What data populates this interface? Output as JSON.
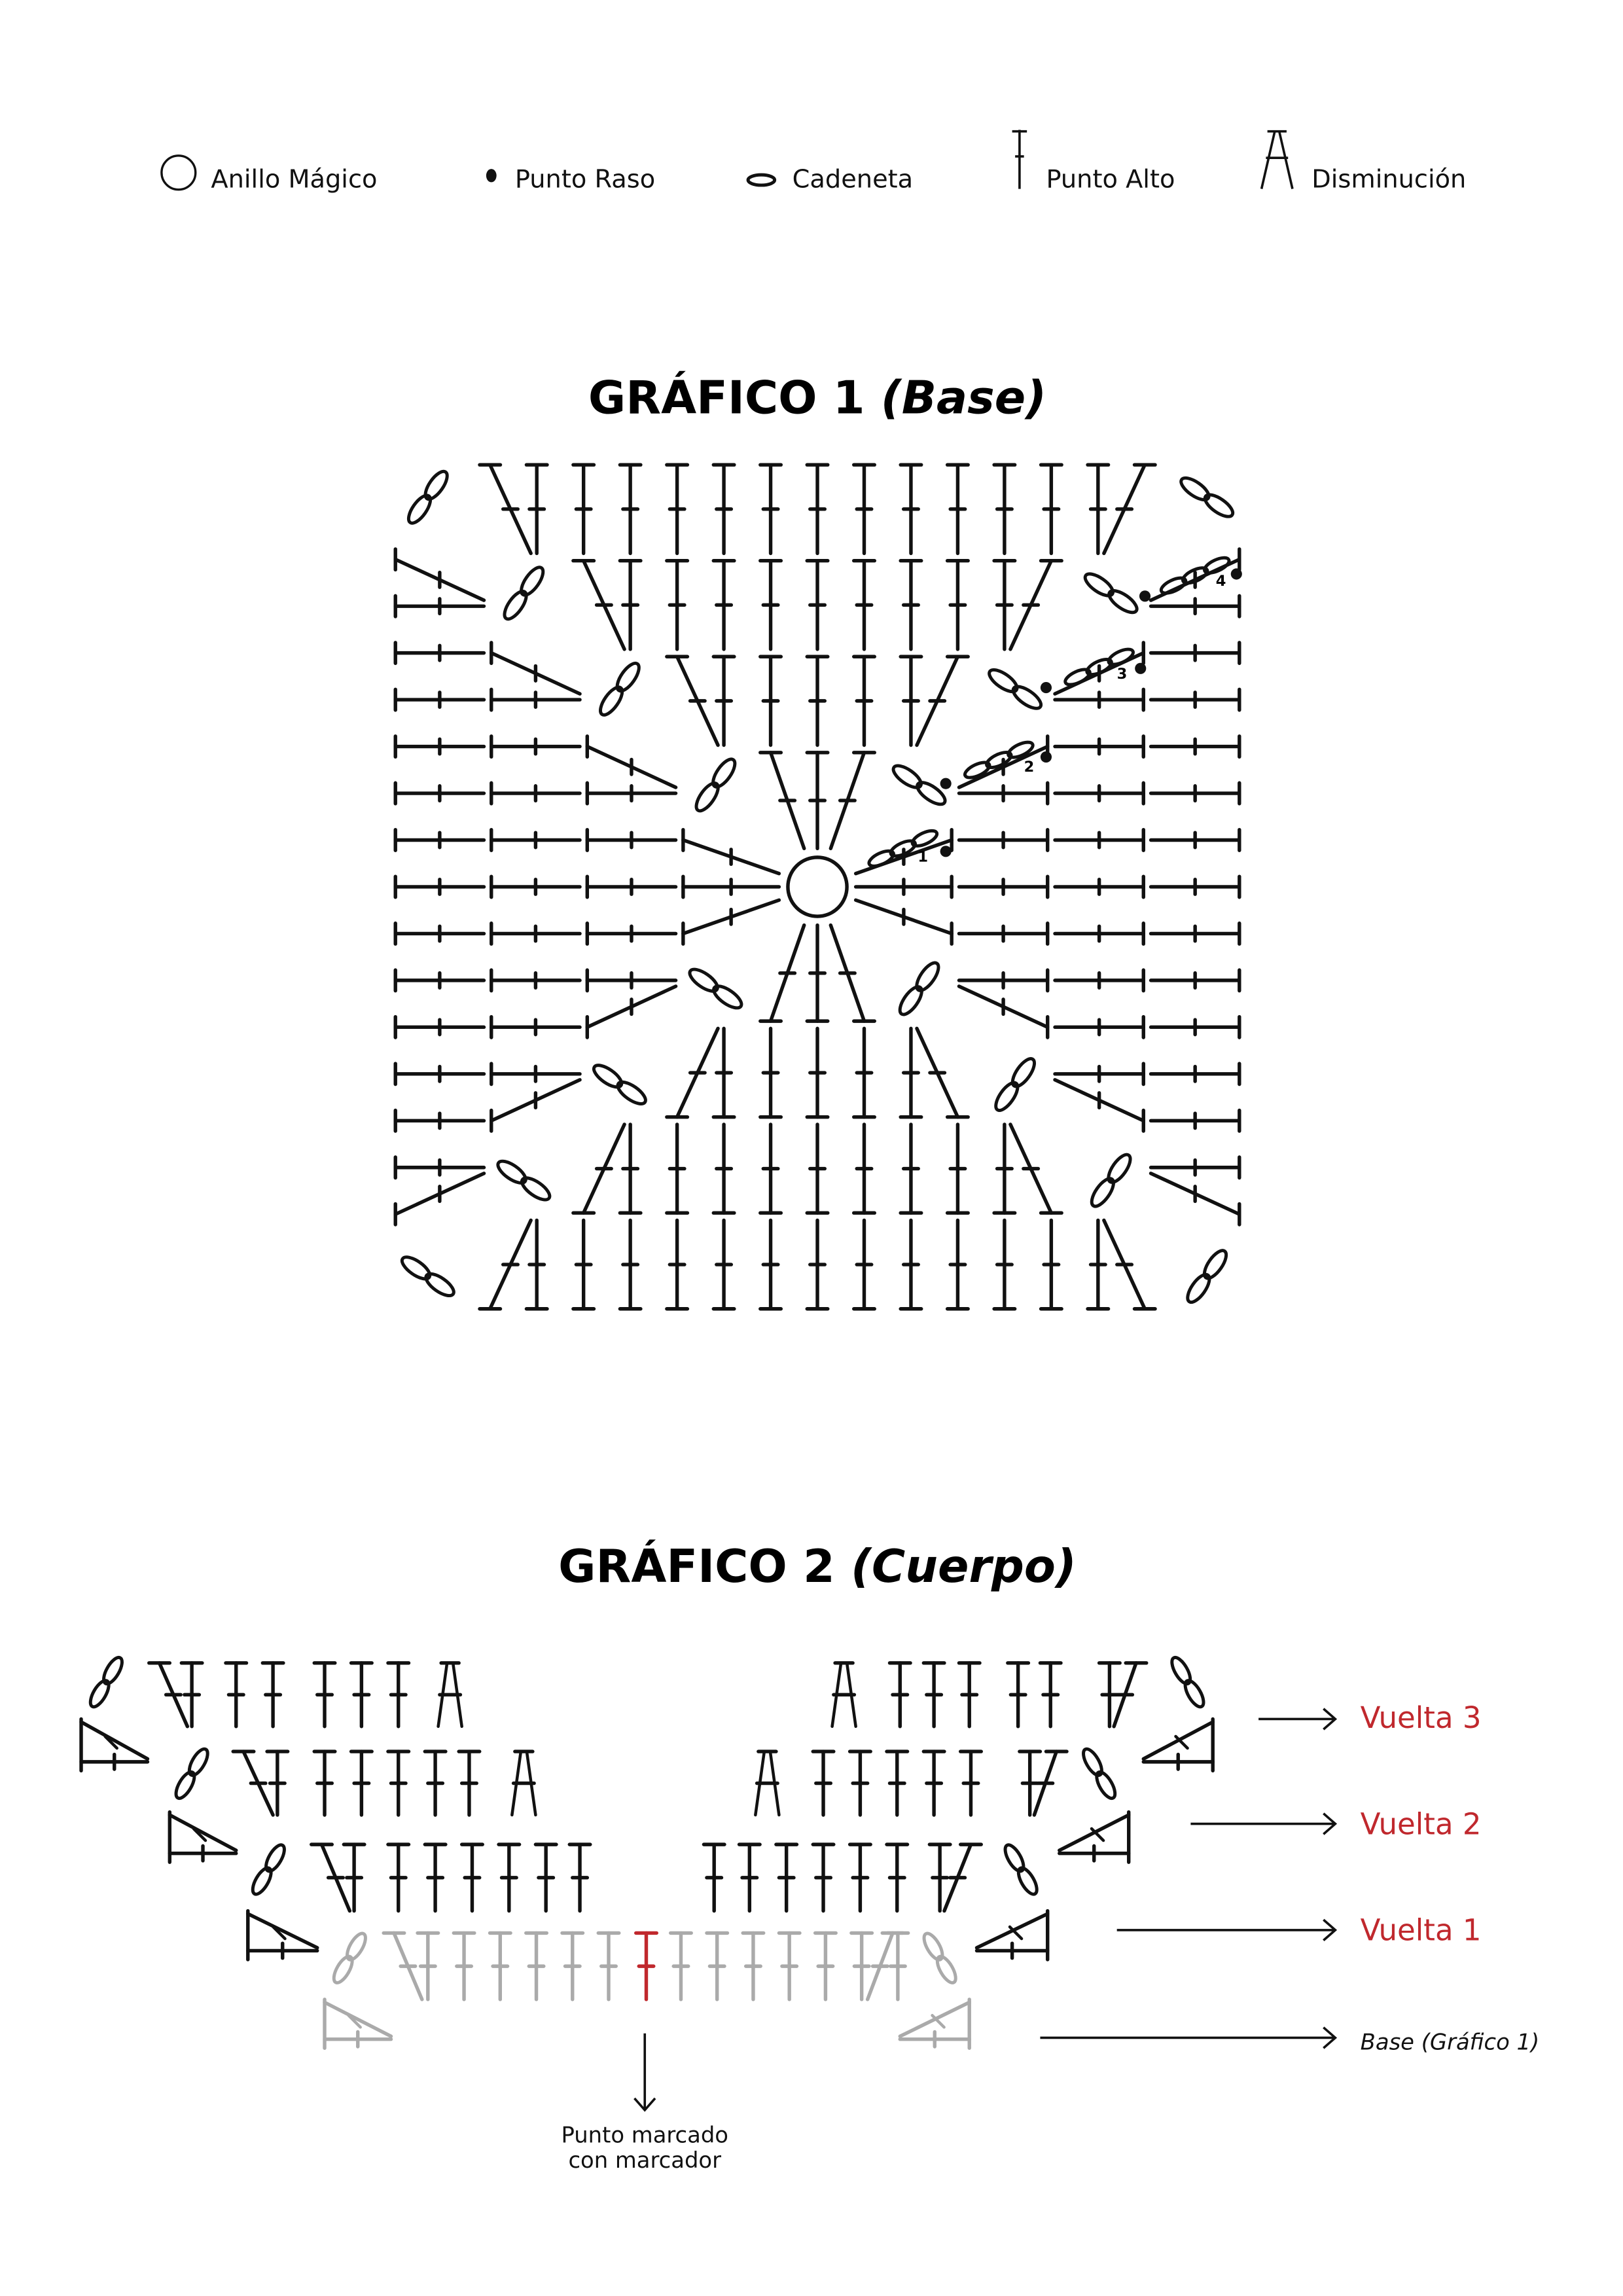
{
  "legend": [
    {
      "icon": "magic-ring-icon",
      "label": "Anillo Mágico"
    },
    {
      "icon": "slip-stitch-icon",
      "label": "Punto Raso"
    },
    {
      "icon": "chain-stitch-icon",
      "label": "Cadeneta"
    },
    {
      "icon": "double-crochet-icon",
      "label": "Punto Alto"
    },
    {
      "icon": "decrease-icon",
      "label": "Disminución"
    }
  ],
  "chart1": {
    "title_main": "GRÁFICO 1",
    "title_sub": "(Base)",
    "rounds": 4,
    "round_labels": [
      "1",
      "2",
      "3",
      "4"
    ]
  },
  "chart2": {
    "title_main": "GRÁFICO 2",
    "title_sub": "(Cuerpo)",
    "row_labels": [
      "Vuelta 3",
      "Vuelta 2",
      "Vuelta 1"
    ],
    "base_label": "Base (Gráfico 1)",
    "marker_note_line1": "Punto marcado",
    "marker_note_line2": "con marcador"
  },
  "colors": {
    "ink": "#111111",
    "base_grey": "#aaaaaa",
    "accent_red": "#c0282d"
  }
}
